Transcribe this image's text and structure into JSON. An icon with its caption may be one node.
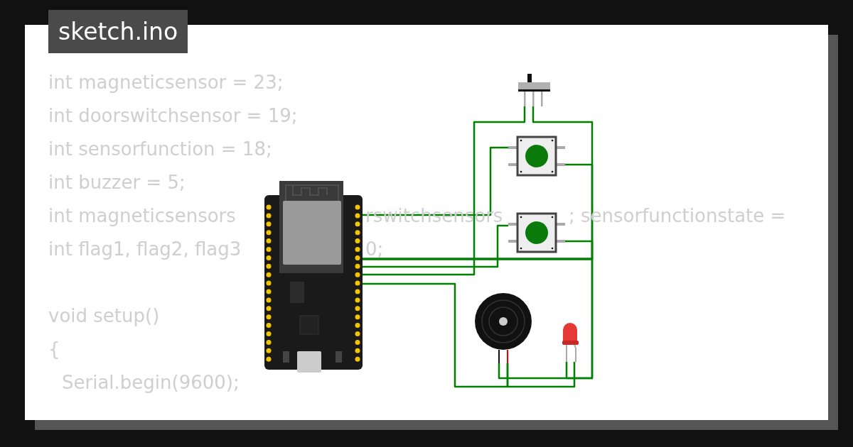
{
  "diagram": {
    "title": "sketch.ino",
    "nodes": [
      {
        "text": [],
        "shape": "picture"
      },
      {
        "text": [],
        "shape": "picture"
      },
      {
        "text": [],
        "shape": "picture"
      },
      {
        "text": [],
        "shape": "picture"
      },
      {
        "text": [],
        "shape": "picture"
      },
      {
        "text": [],
        "shape": "picture"
      }
    ],
    "edges": [
      {
        "from": 0,
        "to": 2,
        "arrow": "none",
        "color": "#008000"
      },
      {
        "from": 0,
        "to": 3,
        "arrow": "none",
        "color": "#008000"
      },
      {
        "from": 0,
        "to": 1,
        "arrow": "none",
        "color": "#008000"
      },
      {
        "from": 0,
        "to": 4,
        "arrow": "none",
        "color": "#008000"
      },
      {
        "from": 4,
        "to": 5,
        "arrow": "none",
        "color": "#008000"
      },
      {
        "from": 0,
        "to": 1,
        "arrow": "none",
        "color": "#008000"
      },
      {
        "from": 0,
        "to": 2,
        "arrow": "none",
        "color": "#008000"
      },
      {
        "from": 0,
        "to": 3,
        "arrow": "none",
        "color": "#008000"
      },
      {
        "from": 0,
        "to": 4,
        "arrow": "none",
        "color": "#008000"
      },
      {
        "from": 0,
        "to": 5,
        "arrow": "none",
        "color": "#008000"
      }
    ],
    "labels": [
      "int magneticsensor = 23;",
      "int doorswitchsensor = 19;",
      "int sensorfunction = 18;",
      "int buzzer = 5;",
      "int magneticsensors",
      "rswitchsensors",
      "; sensorfunctionstate =",
      "int flag1, flag2, flag3",
      "0;",
      "void setup()",
      "{",
      "Serial.begin(9600);"
    ]
  }
}
